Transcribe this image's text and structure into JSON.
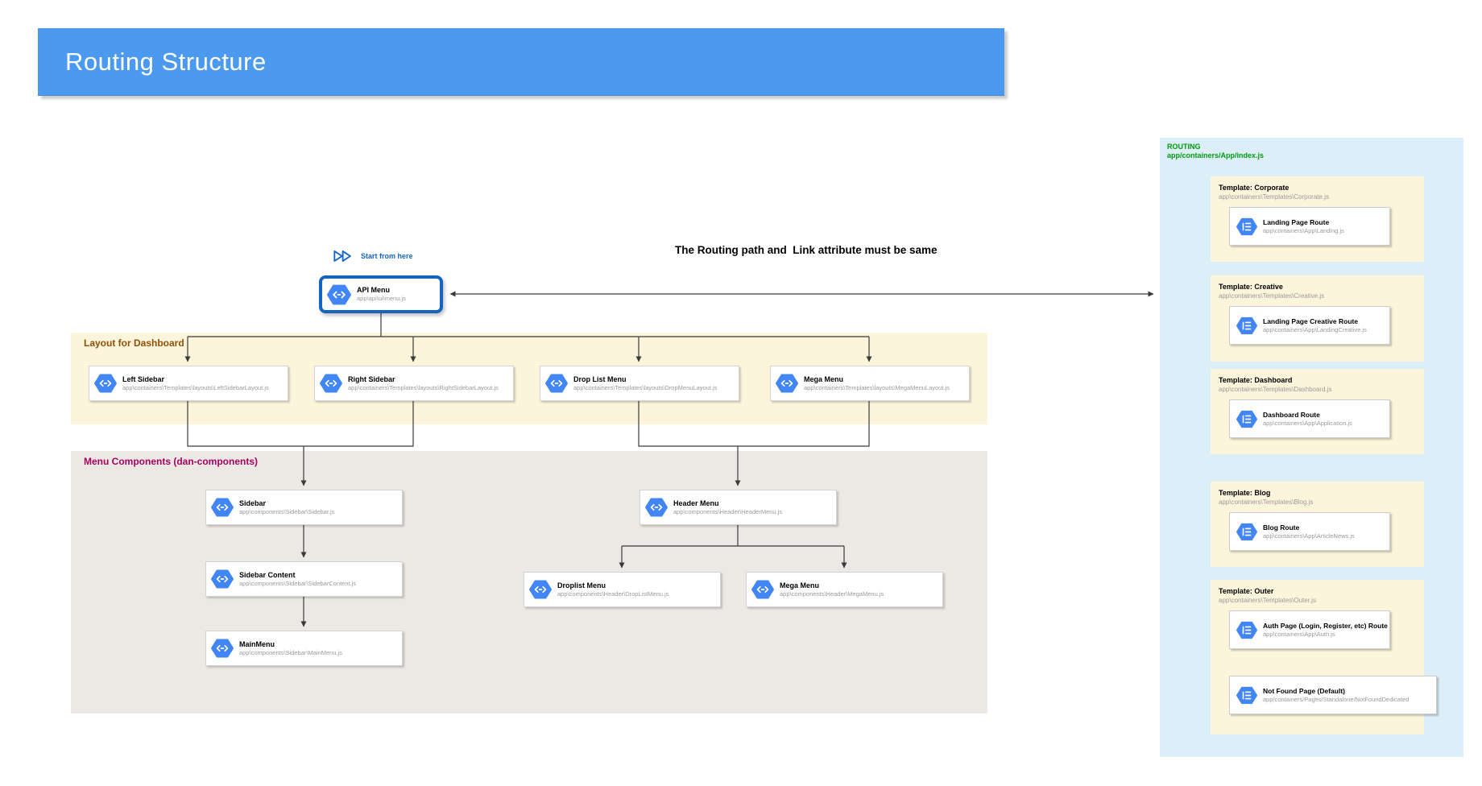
{
  "header": {
    "title": "Routing Structure"
  },
  "annotations": {
    "start_label": "Start from here",
    "note": "The Routing path and  Link attribute must be same"
  },
  "api_node": {
    "title": "API Menu",
    "path": "app\\api\\ui\\menu.js"
  },
  "regions": {
    "layout_label": "Layout for Dashboard",
    "components_label": "Menu Components (dan-components)"
  },
  "layout_nodes": [
    {
      "title": "Left Sidebar",
      "path": "app\\containers\\Templates\\layouts\\LeftSidebarLayout.js"
    },
    {
      "title": "Right Sidebar",
      "path": "app\\containers\\Templates\\layouts\\RightSidebarLayout.js"
    },
    {
      "title": "Drop List Menu",
      "path": "app\\containers\\Templates\\layouts\\DropMenuLayout.js"
    },
    {
      "title": "Mega Menu",
      "path": "app\\containers\\Templates\\layouts\\MegaMenuLayout.js"
    }
  ],
  "component_nodes": [
    {
      "title": "Sidebar",
      "path": "app\\components\\Sidebar\\Sidebar.js"
    },
    {
      "title": "Sidebar Content",
      "path": "app\\components\\Sidebar\\SidebarContent.js"
    },
    {
      "title": "MainMenu",
      "path": "app\\components\\Sidebar\\MainMenu.js"
    },
    {
      "title": "Header Menu",
      "path": "app\\components\\Header\\HeaderMenu.js"
    },
    {
      "title": "Droplist Menu",
      "path": "app\\components\\Header\\DropListMenu.js"
    },
    {
      "title": "Mega Menu",
      "path": "app\\components\\Header\\MegaMenu.js"
    }
  ],
  "routing_panel": {
    "title": "ROUTING",
    "subtitle": "app/containers/App/index.js",
    "templates": [
      {
        "title": "Template: Corporate",
        "path": "app\\containers\\Templates\\Corporate.js",
        "routes": [
          {
            "title": "Landing Page Route",
            "path": "app\\containers\\App\\Landing.js"
          }
        ]
      },
      {
        "title": "Template: Creative",
        "path": "app\\containers\\Templates\\Creative.js",
        "routes": [
          {
            "title": "Landing Page Creative Route",
            "path": "app\\containers\\App\\LandingCreative.js"
          }
        ]
      },
      {
        "title": "Template: Dashboard",
        "path": "app\\containers\\Templates\\Dashboard.js",
        "routes": [
          {
            "title": "Dashboard Route",
            "path": "app\\containers\\App\\Application.js"
          }
        ]
      },
      {
        "title": "Template: Blog",
        "path": "app\\containers\\Templates\\Blog.js",
        "routes": [
          {
            "title": "Blog Route",
            "path": "app\\containers\\App\\ArticleNews.js"
          }
        ]
      },
      {
        "title": "Template: Outer",
        "path": "app\\containers\\Templates\\Outer.js",
        "routes": [
          {
            "title": "Auth Page (Login, Register, etc) Route",
            "path": "app\\containers\\App\\Auth.js"
          },
          {
            "title": "Not Found Page (Default)",
            "path": "app/containers/Pages/Standalone/NotFoundDedicated"
          }
        ]
      }
    ]
  },
  "colors": {
    "header_bar": "#4C9AEF",
    "hex_icon": "#4285F4",
    "api_border": "#1565C0",
    "start_text": "#1565C0",
    "layout_region_bg": "#FCF5DB",
    "layout_label": "#8F4F06",
    "components_region_bg": "#ECE8E4",
    "components_label": "#A50062",
    "routing_panel_bg": "#DCEEF8",
    "routing_label": "#009C0D",
    "path_text": "#9A9A9A",
    "connector": "#3A3A3A"
  }
}
